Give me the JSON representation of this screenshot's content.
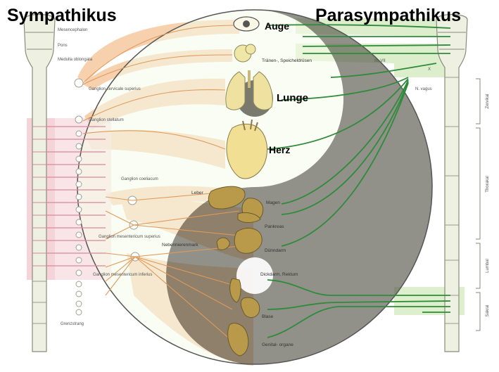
{
  "titles": {
    "left": "Sympathikus",
    "right": "Parasympathikus"
  },
  "organs": {
    "auge": "Auge",
    "lunge": "Lunge",
    "herz": "Herz",
    "magen": "Magen",
    "pankreas": "Pankreas",
    "duenndarm": "Dünndarm",
    "dickdarm": "Dickdarm, Rektum",
    "blase": "Blase",
    "genitale": "Genital- organe",
    "leber": "Leber",
    "nebennierenmark": "Nebennierenmark",
    "traenen": "Tränen-, Speicheldrüsen"
  },
  "left_labels": {
    "mesencephalon": "Mesencephalon",
    "pons": "Pons",
    "medulla": "Medulla oblongata",
    "ggl_cervicale": "Ganglion cervicale superius",
    "ggl_stellatum": "Ganglion stellatum",
    "ggl_coeliacum": "Ganglion coeliacum",
    "ggl_mes_sup": "Ganglion mesentericum superius",
    "ggl_mes_inf": "Ganglion mesentericum inferius",
    "grenzstrang": "Grenzstrang"
  },
  "right_labels": {
    "n_iii_vii": "III, VII",
    "n_x": "X",
    "n_vagus": "N. vagus",
    "zervikal": "Zervikal",
    "thorakal": "Thorakal",
    "lumbal": "Lumbal",
    "sakral": "Sakral"
  },
  "colors": {
    "sympathetic_orange": "#f6c9a0",
    "sympathetic_pink": "#f2c9cf",
    "parasympathetic_green": "#2e8b3a",
    "parasympathetic_light": "#d8ecc4",
    "yang_dark": "#5a5a4c",
    "yin_light": "#f4f9e8"
  }
}
